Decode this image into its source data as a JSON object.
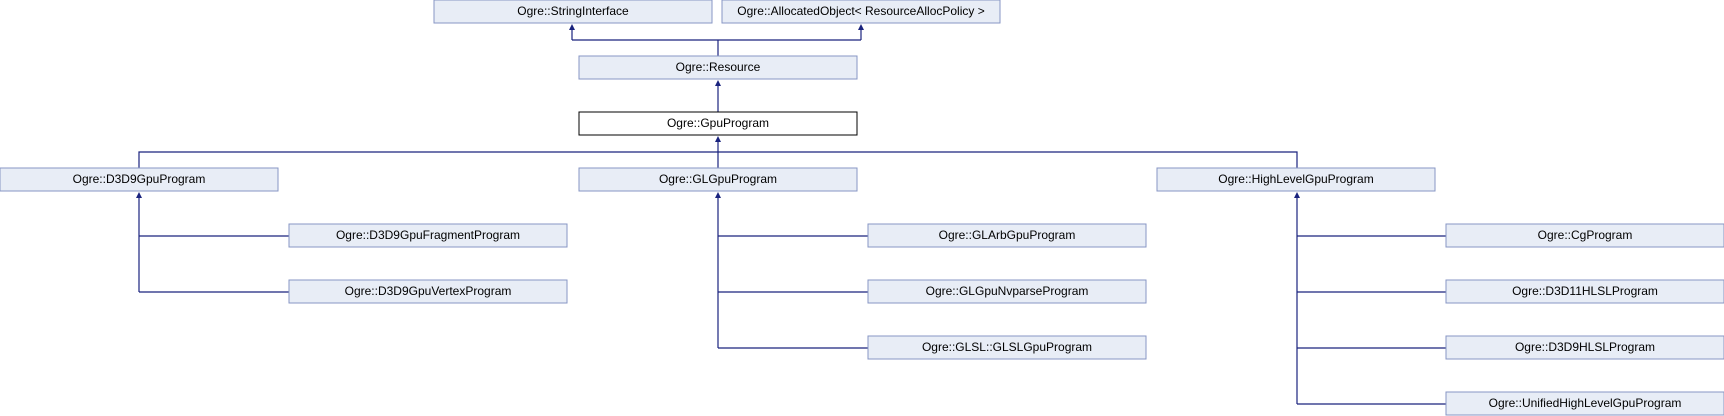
{
  "diagram": {
    "type": "class-inheritance",
    "nodes": [
      {
        "id": "string_interface",
        "label": "Ogre::StringInterface",
        "current": false
      },
      {
        "id": "allocated_object",
        "label": "Ogre::AllocatedObject< ResourceAllocPolicy >",
        "current": false
      },
      {
        "id": "resource",
        "label": "Ogre::Resource",
        "current": false
      },
      {
        "id": "gpu_program",
        "label": "Ogre::GpuProgram",
        "current": true
      },
      {
        "id": "d3d9_gpu_program",
        "label": "Ogre::D3D9GpuProgram",
        "current": false
      },
      {
        "id": "gl_gpu_program",
        "label": "Ogre::GLGpuProgram",
        "current": false
      },
      {
        "id": "high_level_gpu_program",
        "label": "Ogre::HighLevelGpuProgram",
        "current": false
      },
      {
        "id": "d3d9_gpu_fragment_program",
        "label": "Ogre::D3D9GpuFragmentProgram",
        "current": false
      },
      {
        "id": "d3d9_gpu_vertex_program",
        "label": "Ogre::D3D9GpuVertexProgram",
        "current": false
      },
      {
        "id": "gl_arb_gpu_program",
        "label": "Ogre::GLArbGpuProgram",
        "current": false
      },
      {
        "id": "gl_gpu_nvparse_program",
        "label": "Ogre::GLGpuNvparseProgram",
        "current": false
      },
      {
        "id": "glsl_gpu_program",
        "label": "Ogre::GLSL::GLSLGpuProgram",
        "current": false
      },
      {
        "id": "cg_program",
        "label": "Ogre::CgProgram",
        "current": false
      },
      {
        "id": "d3d11_hlsl_program",
        "label": "Ogre::D3D11HLSLProgram",
        "current": false
      },
      {
        "id": "d3d9_hlsl_program",
        "label": "Ogre::D3D9HLSLProgram",
        "current": false
      },
      {
        "id": "unified_high_level_gpu_program",
        "label": "Ogre::UnifiedHighLevelGpuProgram",
        "current": false
      }
    ],
    "edges": [
      {
        "from": "resource",
        "to": "string_interface"
      },
      {
        "from": "resource",
        "to": "allocated_object"
      },
      {
        "from": "gpu_program",
        "to": "resource"
      },
      {
        "from": "d3d9_gpu_program",
        "to": "gpu_program"
      },
      {
        "from": "gl_gpu_program",
        "to": "gpu_program"
      },
      {
        "from": "high_level_gpu_program",
        "to": "gpu_program"
      },
      {
        "from": "d3d9_gpu_fragment_program",
        "to": "d3d9_gpu_program"
      },
      {
        "from": "d3d9_gpu_vertex_program",
        "to": "d3d9_gpu_program"
      },
      {
        "from": "gl_arb_gpu_program",
        "to": "gl_gpu_program"
      },
      {
        "from": "gl_gpu_nvparse_program",
        "to": "gl_gpu_program"
      },
      {
        "from": "glsl_gpu_program",
        "to": "gl_gpu_program"
      },
      {
        "from": "cg_program",
        "to": "high_level_gpu_program"
      },
      {
        "from": "d3d11_hlsl_program",
        "to": "high_level_gpu_program"
      },
      {
        "from": "d3d9_hlsl_program",
        "to": "high_level_gpu_program"
      },
      {
        "from": "unified_high_level_gpu_program",
        "to": "high_level_gpu_program"
      }
    ]
  }
}
